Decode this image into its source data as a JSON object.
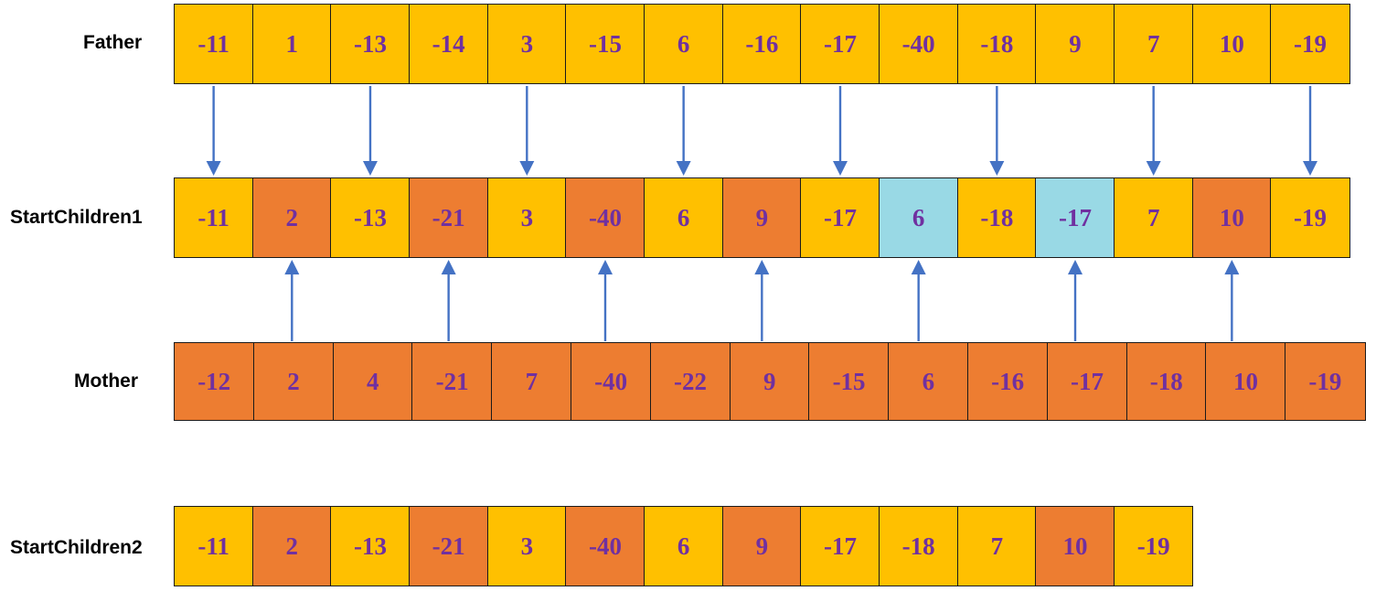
{
  "colors": {
    "father": "#FFC000",
    "mother": "#ED7D31",
    "conflict": "#99D9E5",
    "text": "#7030A0",
    "arrow": "#4472C4"
  },
  "rows": [
    {
      "name": "father",
      "label": "Father",
      "cells": [
        {
          "value": "-11",
          "fill": "father"
        },
        {
          "value": "1",
          "fill": "father"
        },
        {
          "value": "-13",
          "fill": "father"
        },
        {
          "value": "-14",
          "fill": "father"
        },
        {
          "value": "3",
          "fill": "father"
        },
        {
          "value": "-15",
          "fill": "father"
        },
        {
          "value": "6",
          "fill": "father"
        },
        {
          "value": "-16",
          "fill": "father"
        },
        {
          "value": "-17",
          "fill": "father"
        },
        {
          "value": "-40",
          "fill": "father"
        },
        {
          "value": "-18",
          "fill": "father"
        },
        {
          "value": "9",
          "fill": "father"
        },
        {
          "value": "7",
          "fill": "father"
        },
        {
          "value": "10",
          "fill": "father"
        },
        {
          "value": "-19",
          "fill": "father"
        }
      ]
    },
    {
      "name": "startchildren1",
      "label": "StartChildren1",
      "cells": [
        {
          "value": "-11",
          "fill": "father"
        },
        {
          "value": "2",
          "fill": "mother"
        },
        {
          "value": "-13",
          "fill": "father"
        },
        {
          "value": "-21",
          "fill": "mother"
        },
        {
          "value": "3",
          "fill": "father"
        },
        {
          "value": "-40",
          "fill": "mother"
        },
        {
          "value": "6",
          "fill": "father"
        },
        {
          "value": "9",
          "fill": "mother"
        },
        {
          "value": "-17",
          "fill": "father"
        },
        {
          "value": "6",
          "fill": "conflict"
        },
        {
          "value": "-18",
          "fill": "father"
        },
        {
          "value": "-17",
          "fill": "conflict"
        },
        {
          "value": "7",
          "fill": "father"
        },
        {
          "value": "10",
          "fill": "mother"
        },
        {
          "value": "-19",
          "fill": "father"
        }
      ]
    },
    {
      "name": "mother",
      "label": "Mother",
      "cells": [
        {
          "value": "-12",
          "fill": "mother"
        },
        {
          "value": "2",
          "fill": "mother"
        },
        {
          "value": "4",
          "fill": "mother"
        },
        {
          "value": "-21",
          "fill": "mother"
        },
        {
          "value": "7",
          "fill": "mother"
        },
        {
          "value": "-40",
          "fill": "mother"
        },
        {
          "value": "-22",
          "fill": "mother"
        },
        {
          "value": "9",
          "fill": "mother"
        },
        {
          "value": "-15",
          "fill": "mother"
        },
        {
          "value": "6",
          "fill": "mother"
        },
        {
          "value": "-16",
          "fill": "mother"
        },
        {
          "value": "-17",
          "fill": "mother"
        },
        {
          "value": "-18",
          "fill": "mother"
        },
        {
          "value": "10",
          "fill": "mother"
        },
        {
          "value": "-19",
          "fill": "mother"
        }
      ]
    },
    {
      "name": "startchildren2",
      "label": "StartChildren2",
      "cells": [
        {
          "value": "-11",
          "fill": "father"
        },
        {
          "value": "2",
          "fill": "mother"
        },
        {
          "value": "-13",
          "fill": "father"
        },
        {
          "value": "-21",
          "fill": "mother"
        },
        {
          "value": "3",
          "fill": "father"
        },
        {
          "value": "-40",
          "fill": "mother"
        },
        {
          "value": "6",
          "fill": "father"
        },
        {
          "value": "9",
          "fill": "mother"
        },
        {
          "value": "-17",
          "fill": "father"
        },
        {
          "value": "-18",
          "fill": "father"
        },
        {
          "value": "7",
          "fill": "father"
        },
        {
          "value": "10",
          "fill": "mother"
        },
        {
          "value": "-19",
          "fill": "father"
        }
      ]
    }
  ],
  "arrows": {
    "father_to_child": [
      0,
      2,
      4,
      6,
      8,
      10,
      12,
      14
    ],
    "mother_to_child": [
      1,
      3,
      5,
      7,
      9,
      11,
      13
    ]
  }
}
